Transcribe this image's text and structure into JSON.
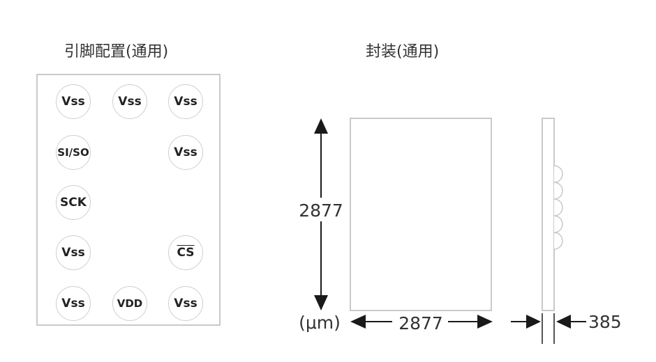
{
  "titles": {
    "pin_config": "引脚配置(通用)",
    "package": "封装(通用)"
  },
  "pins": {
    "r1c1": "Vss",
    "r1c2": "Vss",
    "r1c3": "Vss",
    "r2c1": "SI/SO",
    "r2c3": "Vss",
    "r3c1": "SCK",
    "r4c1": "Vss",
    "r4c3": "CS",
    "r5c1": "Vss",
    "r5c2": "VDD",
    "r5c3": "Vss"
  },
  "package": {
    "height_label": "2877",
    "width_label": "2877",
    "unit_label": "(μm)",
    "thickness_label": "385"
  },
  "colors": {
    "outline": "#c9c9c9",
    "arrow": "#1a1a1a",
    "text": "#333333"
  }
}
